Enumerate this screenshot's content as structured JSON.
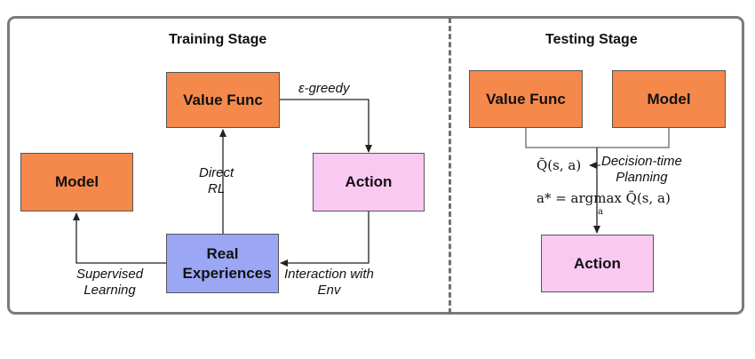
{
  "training": {
    "title": "Training Stage",
    "value_func": "Value Func",
    "model": "Model",
    "action": "Action",
    "real_experiences": "Real Experiences",
    "edge_epsilon": "ε-greedy",
    "edge_direct_rl": [
      "Direct",
      "RL"
    ],
    "edge_supervised": [
      "Supervised",
      "Learning"
    ],
    "edge_interaction": [
      "Interaction with",
      "Env"
    ]
  },
  "testing": {
    "title": "Testing Stage",
    "value_func": "Value Func",
    "model": "Model",
    "action": "Action",
    "q_tilde": "Q̃(s, a)",
    "decision_time": [
      "Decision-time",
      "Planning"
    ],
    "argmax_formula": "a* = argmax Q̃(s, a)",
    "argmax_sub": "a"
  },
  "colors": {
    "orange": "#f5894b",
    "pink": "#f9c9f1",
    "blue": "#9ba6f5"
  }
}
